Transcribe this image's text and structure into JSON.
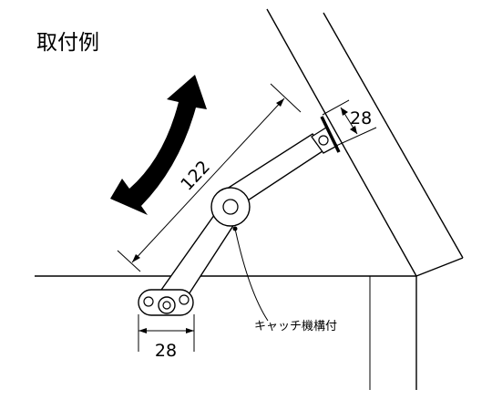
{
  "title": "取付例",
  "dimensions": {
    "arm_length": "122",
    "top_bracket": "28",
    "bottom_bracket": "28"
  },
  "callout": "キャッチ機構付"
}
